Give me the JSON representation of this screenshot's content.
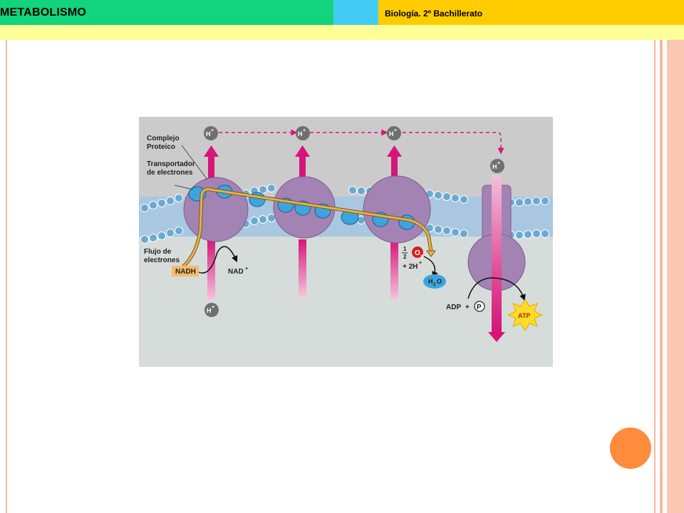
{
  "header": {
    "title": "METABOLISMO",
    "subtitle": "Biología. 2º Bachillerato"
  },
  "diagram": {
    "labels": {
      "complejo_1": "Complejo",
      "complejo_2": "Proteico",
      "transportador_1": "Transportador",
      "transportador_2": "de electrones",
      "flujo_1": "Flujo de",
      "flujo_2": "electrones",
      "nadh": "NADH",
      "nad": "NAD",
      "two_h": "+ 2H",
      "h2o_h": "H",
      "h2o_2": "2",
      "h2o_o": "O",
      "adp": "ADP",
      "plus": "+",
      "p": "P",
      "atp": "ATP",
      "half_1": "1",
      "half_2": "2",
      "o2_o": "O",
      "o2_2": "2",
      "h": "H",
      "plus_sup": "+"
    },
    "colors": {
      "background": "#cbcbcb",
      "membrane": "#a9c7e0",
      "lipid_head": "#6aaad2",
      "protein": "#a283b4",
      "carrier": "#3ea4de",
      "arrow": "#d6157a",
      "electron_path": "#e6b24a",
      "atp": "#ffdc28",
      "nadh_box": "#f4bb6a"
    }
  }
}
